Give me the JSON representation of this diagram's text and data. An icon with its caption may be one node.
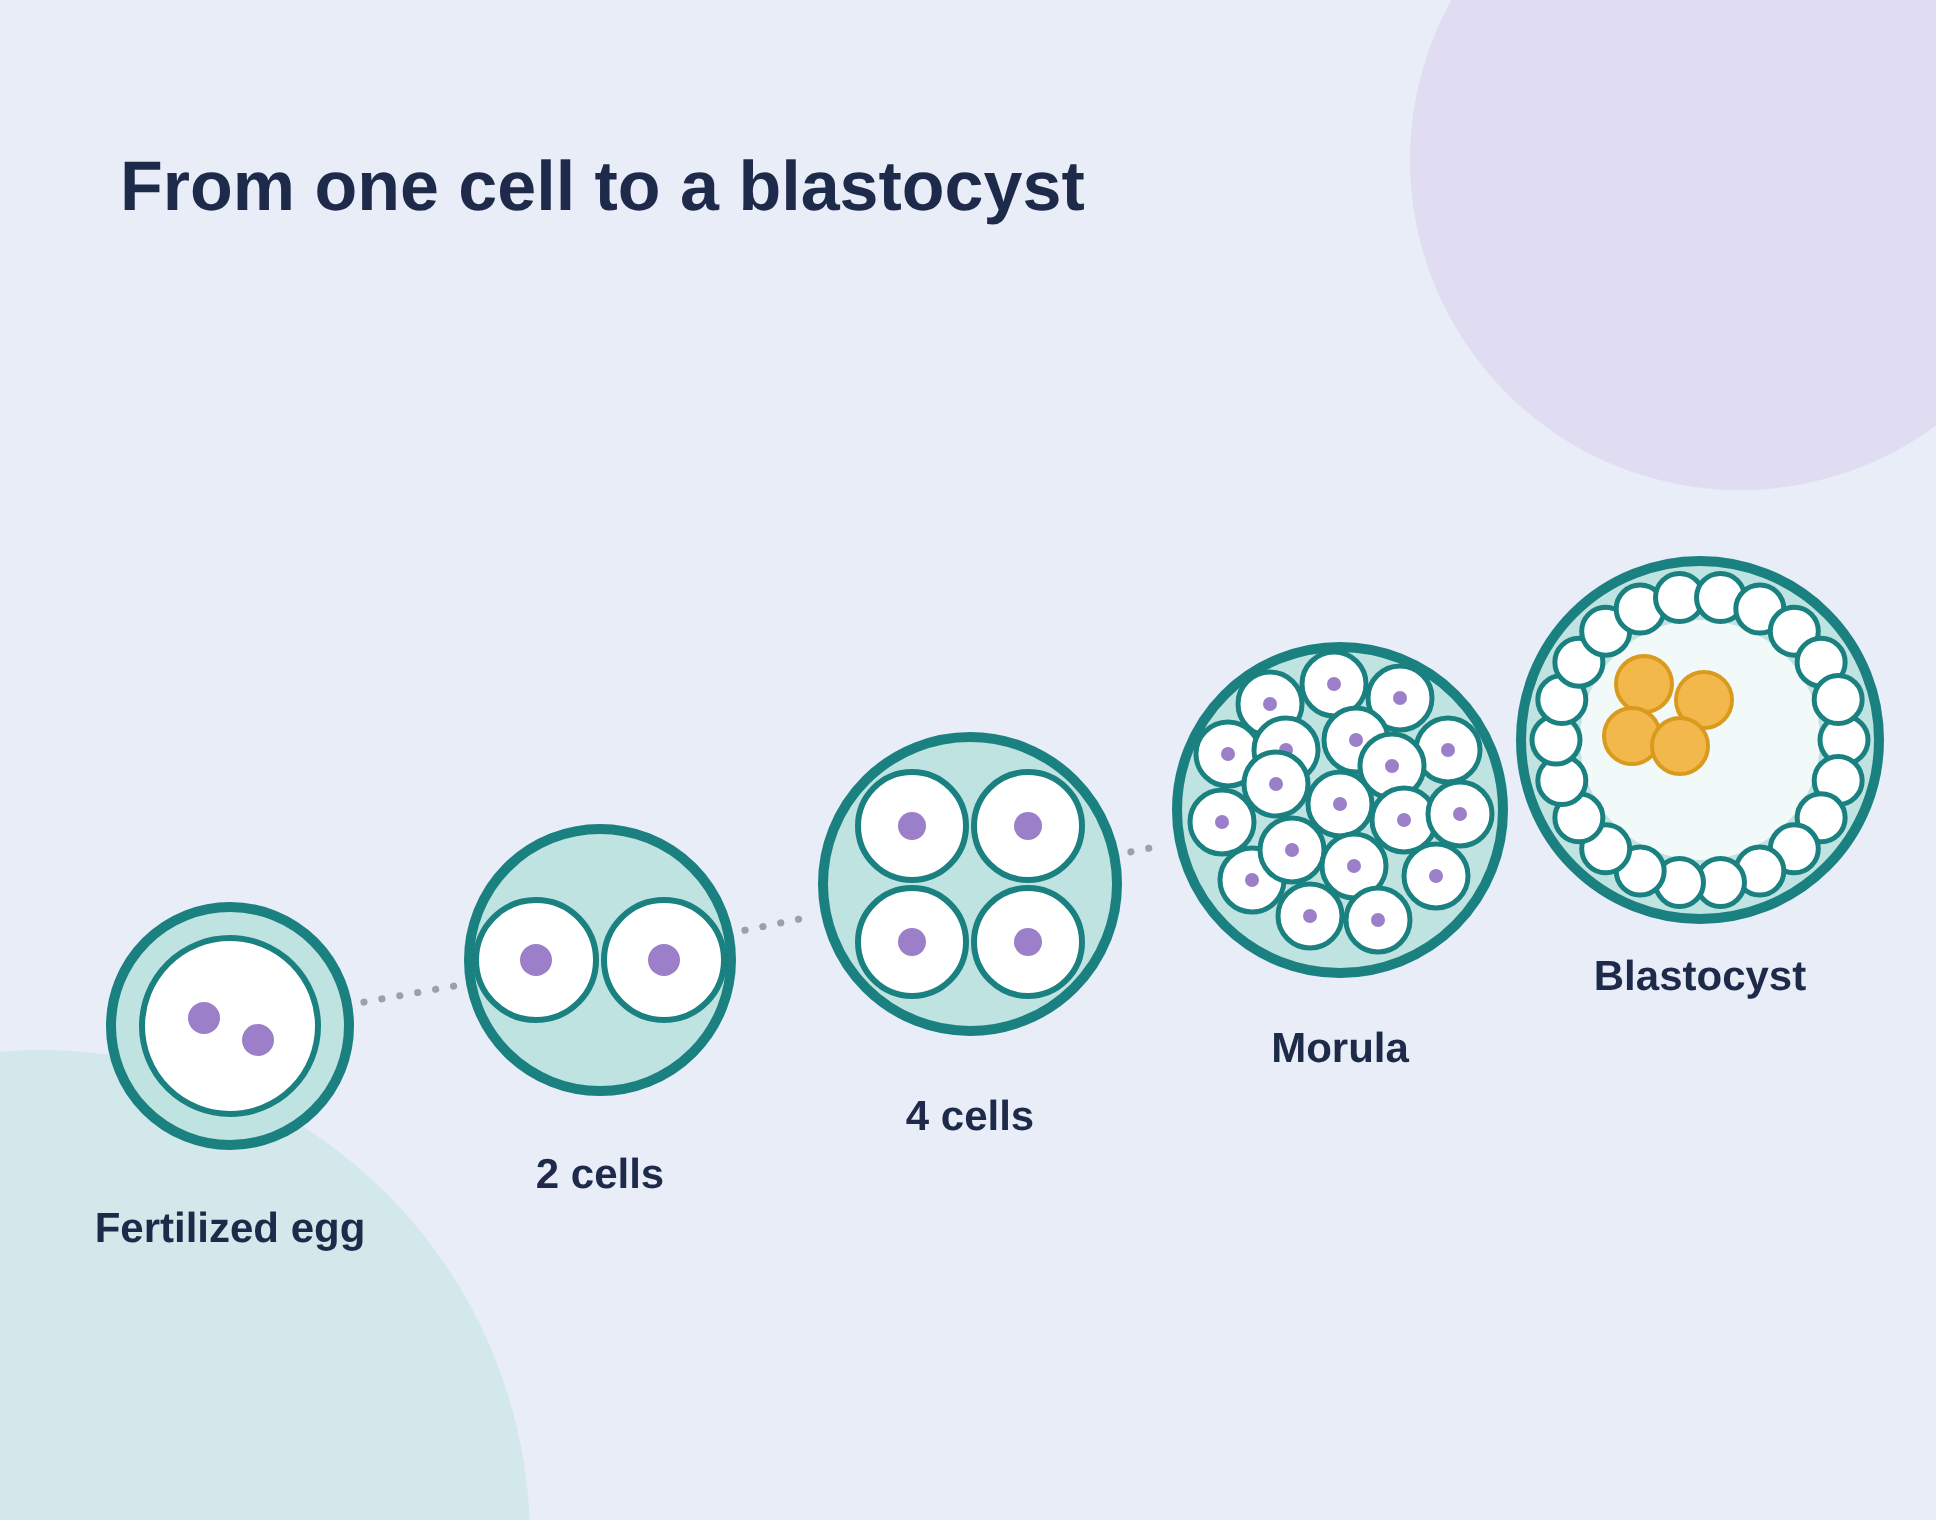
{
  "diagram": {
    "title": "From one cell to a blastocyst",
    "nodes": [
      {
        "text": [],
        "shape": "circle",
        "beside": [
          "Fertilized egg"
        ]
      },
      {
        "text": [],
        "shape": "circle",
        "beside": [
          "2 cells"
        ]
      },
      {
        "text": [],
        "shape": "circle",
        "beside": [
          "4 cells"
        ]
      },
      {
        "text": [],
        "shape": "circle",
        "beside": [
          "Morula"
        ]
      },
      {
        "text": [],
        "shape": "circle",
        "beside": [
          "Blastocyst"
        ]
      }
    ],
    "edges": [
      {
        "from": 0,
        "to": 1,
        "arrow": "none",
        "style": "dashed"
      },
      {
        "from": 1,
        "to": 2,
        "arrow": "none",
        "style": "dashed"
      },
      {
        "from": 2,
        "to": 3,
        "arrow": "none",
        "style": "dashed"
      }
    ]
  }
}
